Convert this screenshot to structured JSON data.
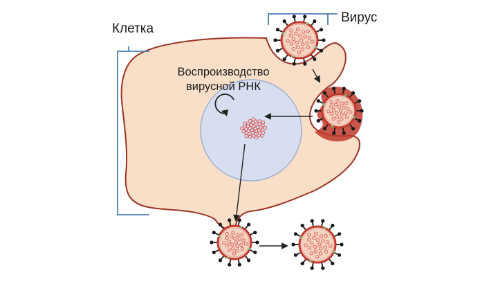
{
  "diagram": {
    "labels": {
      "cell": "Клетка",
      "virus": "Вирус",
      "rna_replication": "Воспроизводство вирусной РНК"
    },
    "colors": {
      "cell_fill": "#f9dfc8",
      "cell_border": "#9c3324",
      "nucleus_fill": "#d6def0",
      "nucleus_border": "#9fb0d2",
      "bracket": "#4a7eb5",
      "virus_ring": "#c0392b",
      "virus_interior": "#f4d5c3",
      "spike": "#1a1a1a",
      "rna": "#d9534f",
      "arrow": "#222222"
    },
    "icons": [
      "virus-icon",
      "circular-arrow-icon",
      "rna-cluster-icon"
    ]
  }
}
